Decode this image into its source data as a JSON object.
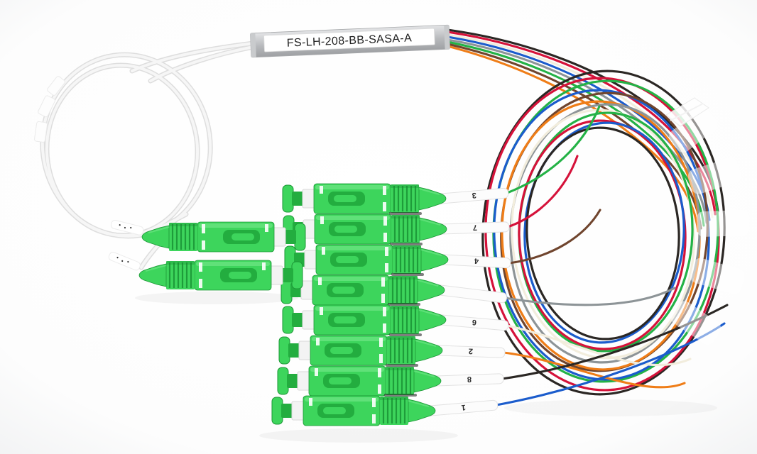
{
  "product": {
    "label": "FS-LH-208-BB-SASA-A",
    "description": "2x8 PLC fiber splitter, steel tube package, SC/APC connectors",
    "input_connector_count": 2,
    "output_connector_count": 8
  },
  "colors": {
    "background": "#ffffff",
    "connector_green": "#3dd55c",
    "connector_green_dark": "#23ad3f",
    "connector_green_deep": "#188c30",
    "connector_green_light": "#7deb92",
    "collar_white": "#f3f3f3",
    "steel_light": "#e3e4e6",
    "steel_mid": "#b7b9bc",
    "steel_dark": "#9fa1a4",
    "label_bg": "#ffffff",
    "label_text": "#222222",
    "input_fiber": "#f4f4f4",
    "input_fiber_edge": "#dedede",
    "tube_white": "#fbfbfb",
    "number_text": "#2b2b2b",
    "wrap_white": "#ffffff"
  },
  "input_fibers": [
    {
      "color_name": "white",
      "color": "#f4f4f4"
    },
    {
      "color_name": "white",
      "color": "#f4f4f4"
    }
  ],
  "output_fibers": [
    {
      "number": "3",
      "color_name": "green",
      "color": "#24b246"
    },
    {
      "number": "7",
      "color_name": "red",
      "color": "#d5123a"
    },
    {
      "number": "4",
      "color_name": "brown",
      "color": "#70452e"
    },
    {
      "number": "",
      "color_name": "slate",
      "color": "#8d9497"
    },
    {
      "number": "6",
      "color_name": "white",
      "color": "#f2eddd"
    },
    {
      "number": "2",
      "color_name": "orange",
      "color": "#ef7d17"
    },
    {
      "number": "8",
      "color_name": "black",
      "color": "#2b2724"
    },
    {
      "number": "1",
      "color_name": "blue",
      "color": "#1b5ccc"
    }
  ]
}
